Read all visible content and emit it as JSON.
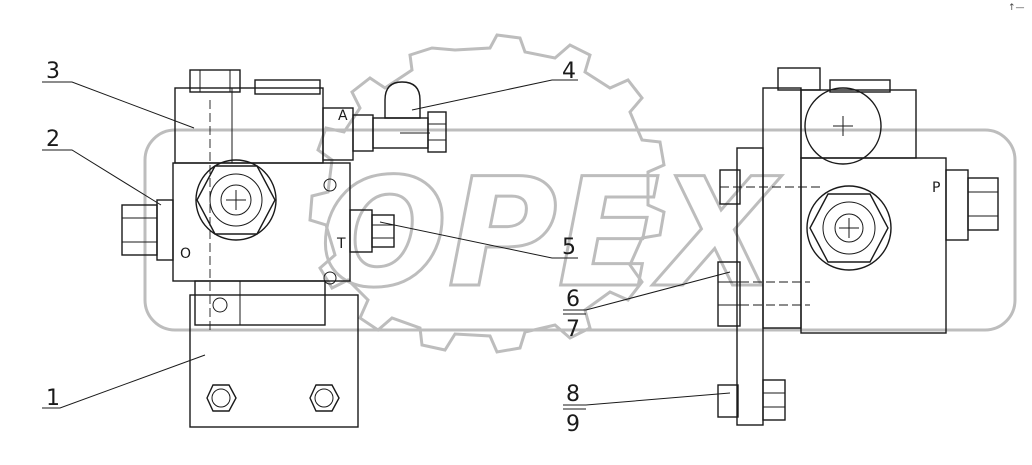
{
  "watermark": {
    "text": "OPEX"
  },
  "corner_mark": "↑—",
  "callouts": [
    "1",
    "2",
    "3",
    "4",
    "5",
    "6",
    "7",
    "8",
    "9"
  ],
  "port_labels": {
    "a": "A",
    "o": "O",
    "t": "T",
    "p": "P"
  }
}
